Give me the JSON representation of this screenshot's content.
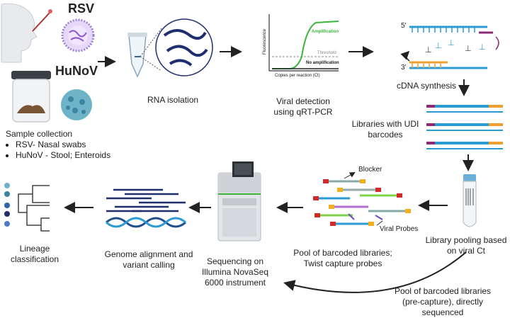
{
  "header": {
    "rsv": "RSV",
    "hunov": "HuNoV"
  },
  "steps": {
    "sample_collection": "Sample collection",
    "sample_items": [
      "RSV- Nasal swabs",
      "HuNoV - Stool; Enteroids"
    ],
    "rna_isolation": "RNA isolation",
    "viral_detection_1": "Viral detection",
    "viral_detection_2": "using qRT-PCR",
    "cdna_synthesis": "cDNA synthesis",
    "libraries_1": "Libraries with UDI",
    "libraries_2": "barcodes",
    "pooling_1": "Library pooling based",
    "pooling_2": "on viral Ct",
    "pool_capture_1": "Pool of barcoded libraries;",
    "pool_capture_2": "Twist capture probes",
    "sequencing_1": "Sequencing on",
    "sequencing_2": "Illumina NovaSeq",
    "sequencing_3": "6000 instrument",
    "alignment_1": "Genome alignment and",
    "alignment_2": "variant calling",
    "lineage_1": "Lineage",
    "lineage_2": "classification",
    "precapture_1": "Pool of barcoded libraries",
    "precapture_2": "(pre-capture), directly",
    "precapture_3": "sequenced"
  },
  "pcr_plot": {
    "ylabel": "Fluorescence",
    "xlabel": "Copies per reaction (Ct)",
    "amplification": "Amplification",
    "threshold": "Threshold",
    "no_amplification": "No amplification"
  },
  "cdna": {
    "five_prime": "5'",
    "three_prime": "3'"
  },
  "capture": {
    "blocker": "Blocker",
    "viral_probes": "Viral Probes"
  },
  "colors": {
    "dna_blue": "#2c9ad3",
    "dna_orange": "#f0a030",
    "dark_navy": "#1f2f6e",
    "green": "#3cb43c"
  }
}
